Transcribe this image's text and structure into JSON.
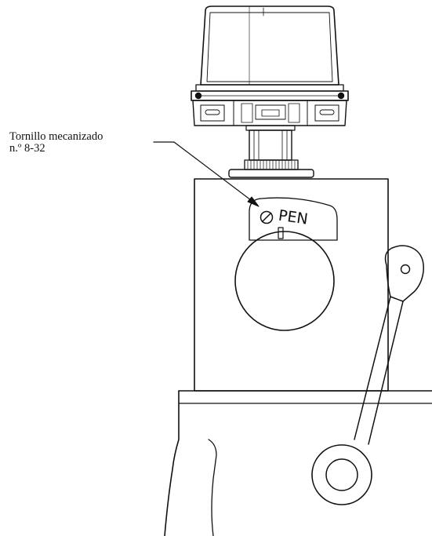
{
  "callout": {
    "line1": "Tornillo mecanizado",
    "line2": "n.º 8-32"
  },
  "plate": {
    "text": "PEN"
  },
  "colors": {
    "line": "#111111",
    "background": "#ffffff"
  }
}
